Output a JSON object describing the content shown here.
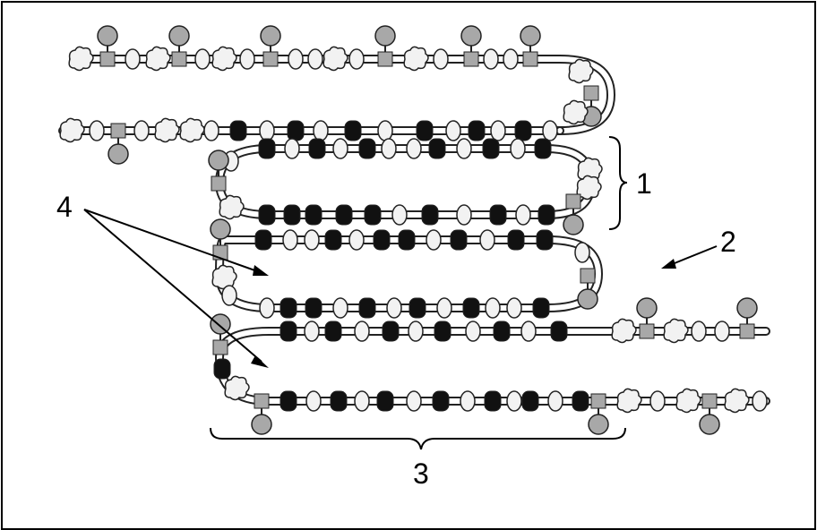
{
  "labels": {
    "one": "1",
    "two": "2",
    "three": "3",
    "four": "4"
  },
  "colors": {
    "backbone": "#9a9a9a",
    "dark_residue": "#111111",
    "light_residue": "#f2f2f2",
    "side_group": "#a8a8a8",
    "outline": "#222222"
  }
}
